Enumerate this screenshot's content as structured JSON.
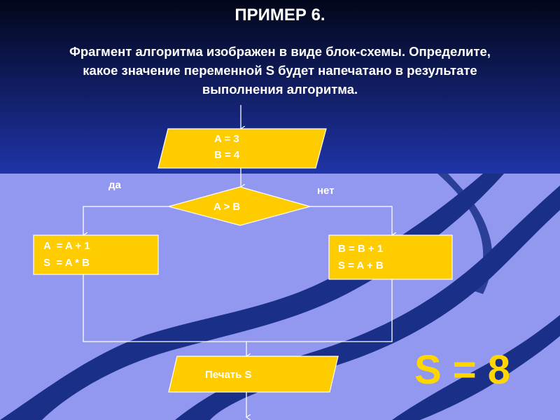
{
  "slide": {
    "title": "ПРИМЕР 6.",
    "subtitle_lines": [
      "Фрагмент алгоритма изображен в виде блок-схемы. Определите,",
      "какое значение переменной S будет напечатано в результате",
      "выполнения алгоритма."
    ],
    "answer": "S = 8"
  },
  "colors": {
    "header_top": "#02061a",
    "header_bottom": "#1f34a8",
    "body_bg": "#9297f0",
    "wave": "#1a2f88",
    "block_fill": "#ffcc00",
    "block_stroke": "#ffffff",
    "line": "#ffffff",
    "answer": "#ffd600"
  },
  "flowchart": {
    "input_block": {
      "lines": [
        "A = 3",
        "B = 4"
      ]
    },
    "condition": {
      "text": "A > B",
      "yes_label": "да",
      "no_label": "нет"
    },
    "yes_block": {
      "lines": [
        "A  = A + 1",
        "S  = A * B"
      ]
    },
    "no_block": {
      "lines": [
        "B = B + 1",
        "S = A + B"
      ]
    },
    "output_block": {
      "text": "Печать S"
    }
  }
}
